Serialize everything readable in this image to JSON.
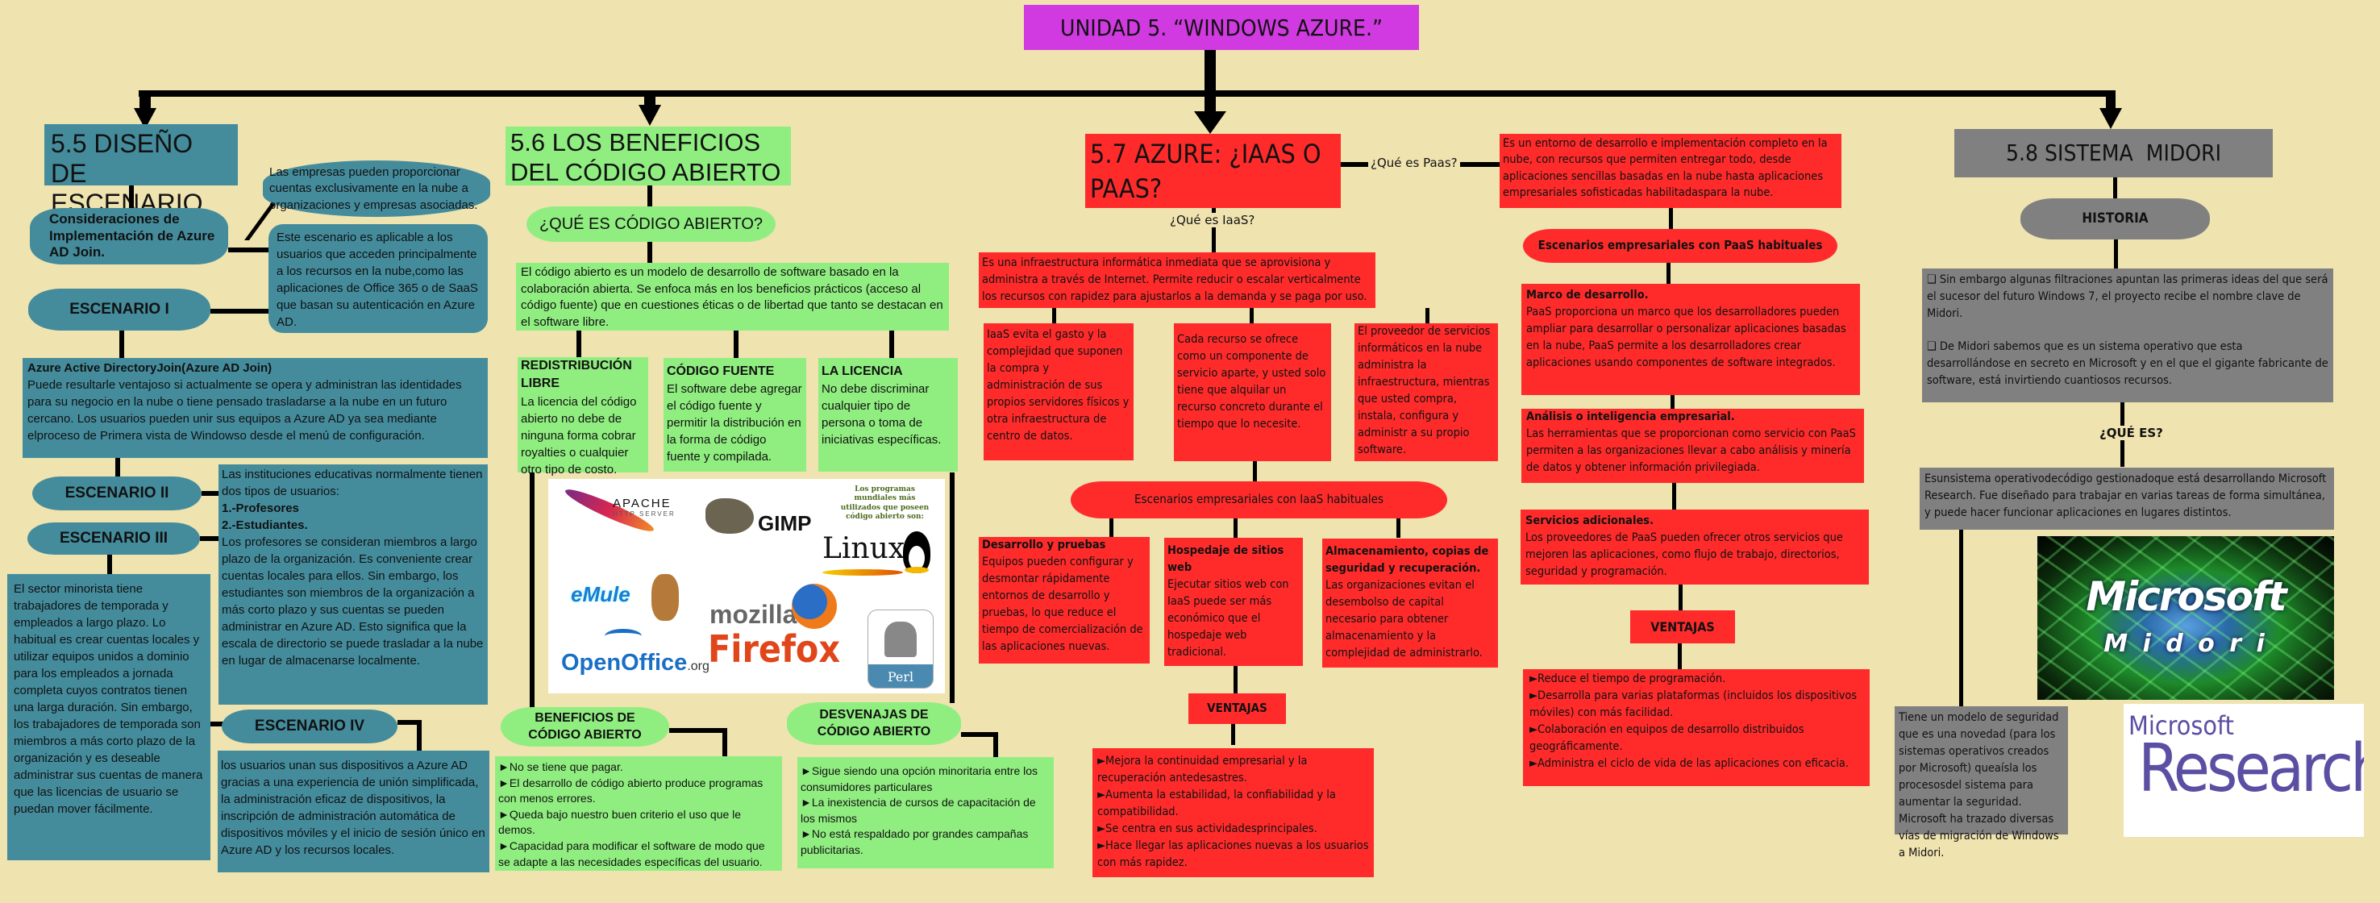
{
  "main_title": "UNIDAD 5. “WINDOWS AZURE.”",
  "colors": {
    "background": "#efe3b0",
    "title": "#d03ae0",
    "section_5_5": "#448c9c",
    "section_5_6": "#90ee80",
    "section_5_7": "#ff2b2b",
    "section_5_8": "#808080"
  },
  "s55": {
    "title": "5.5 DISEÑO DE ESCENARIO",
    "consideraciones": "Consideraciones de Implementación de Azure AD Join.",
    "empresas": "Las empresas pueden proporcionar cuentas exclusivamente en la nube a organizaciones y empresas asociadas.",
    "escenario_text": "Este escenario es aplicable a los usuarios que acceden principalmente a los recursos en la nube,como las aplicaciones de Office 365 o de SaaS que basan su autenticación en Azure AD.",
    "escenario1": "ESCENARIO I",
    "azure_join_title": "Azure Active DirectoryJoin(Azure AD Join)",
    "azure_join_text": "Puede resultarle ventajoso si actualmente se opera y administran las identidades para su negocio en la nube o tiene pensado trasladarse a la nube en un futuro cercano. Los usuarios pueden unir sus equipos a Azure AD ya sea mediante elproceso de Primera vista de Windowso desde el menú de configuración.",
    "escenario2": "ESCENARIO II",
    "escenario3": "ESCENARIO III",
    "instituciones_intro": "Las instituciones educativas normalmente tienen dos tipos de usuarios:",
    "instituciones_item1": "1.-Profesores",
    "instituciones_item2": "2.-Estudiantes.",
    "instituciones_rest": "Los profesores se consideran miembros a largo plazo de la organización. Es conveniente crear cuentas locales para ellos. Sin embargo, los estudiantes son miembros de la organización a más corto plazo y sus cuentas se pueden administrar en Azure AD. Esto significa que la escala de directorio se puede trasladar a la nube en lugar de almacenarse localmente.",
    "minorista": "El sector minorista tiene trabajadores de temporada y empleados a largo plazo. Lo habitual es crear cuentas locales y utilizar equipos unidos a dominio para los empleados a jornada completa cuyos contratos tienen una larga duración. Sin embargo, los trabajadores de temporada son miembros a más corto plazo de la organización y es deseable administrar sus cuentas de manera que las licencias de usuario se puedan mover fácilmente.",
    "escenario4": "ESCENARIO IV",
    "escenario4_text": " los usuarios unan sus dispositivos a Azure AD gracias a una experiencia de unión simplificada, la administración eficaz de dispositivos, la inscripción de administración automática de dispositivos móviles y el inicio de sesión único en Azure AD y los recursos locales."
  },
  "s56": {
    "title": "5.6 LOS BENEFICIOS DEL CÓDIGO ABIERTO",
    "que_es": "¿QUÉ ES CÓDIGO ABIERTO?",
    "definicion": "El código abierto es un modelo de desarrollo de software basado en la colaboración abierta. Se enfoca más en los beneficios prácticos (acceso al código fuente) que en cuestiones éticas o de libertad que tanto se destacan en el software libre.",
    "cards": [
      {
        "title": "REDISTRIBUCIÓN LIBRE",
        "text": "La licencia del código abierto no debe de ninguna forma cobrar royalties o cualquier otro tipo de costo."
      },
      {
        "title": "CÓDIGO FUENTE",
        "text": "El software debe agregar el código fuente y permitir la distribución en la forma de código fuente y compilada."
      },
      {
        "title": "LA LICENCIA",
        "text": "No debe discriminar cualquier tipo de persona o toma de iniciativas específicas."
      }
    ],
    "image_caption": "Los programas mundiales más utilizados que poseen código abierto son:",
    "logos": [
      "APACHE",
      "HTTP SERVER",
      "GIMP",
      "Linux",
      "eMule",
      "mozilla",
      "Firefox",
      "OpenOffice",
      ".org",
      "Perl"
    ],
    "beneficios_title": "BENEFICIOS DE CÓDIGO ABIERTO",
    "beneficios": [
      "No se tiene que pagar.",
      "El desarrollo de código abierto produce programas con menos errores.",
      "Queda bajo nuestro buen criterio el uso que le demos.",
      "Capacidad para modificar el software de modo que se adapte a las necesidades específicas del usuario."
    ],
    "desventajas_title": "DESVENAJAS DE CÓDIGO ABIERTO",
    "desventajas": [
      "Sigue siendo una opción minoritaria entre los consumidores particulares",
      "La inexistencia de cursos de capacitación de los mismos",
      "No está respaldado por grandes campañas publicitarias."
    ],
    "bullet": "►"
  },
  "s57": {
    "title": "5.7 AZURE: ¿IAAS O PAAS?",
    "que_es_paas": "¿Qué es Paas?",
    "paas_def": "Es un entorno de desarrollo e implementación completo en la nube, con recursos que permiten entregar todo, desde aplicaciones sencillas basadas en la nube hasta aplicaciones empresariales sofisticadas habilitadaspara la nube.",
    "que_es_iaas": "¿Qué es IaaS?",
    "iaas_def": "Es una infraestructura informática inmediata que se aprovisiona y administra a través de Internet. Permite reducir o escalar verticalmente los recursos con rapidez para ajustarlos a la demanda y se paga por uso.",
    "iaas_points": [
      "IaaS evita el gasto y la complejidad que suponen la compra y administración de sus propios servidores físicos y otra infraestructura de centro de datos.",
      "Cada recurso se ofrece como un componente de servicio aparte, y usted solo tiene que alquilar un recurso concreto durante el tiempo que lo necesite.",
      "El proveedor de servicios informáticos en la nube administra la infraestructura, mientras que usted compra, instala, configura y administr a su propio software."
    ],
    "iaas_scenarios_title": "Escenarios empresariales con IaaS habituales",
    "iaas_scenarios": [
      {
        "title": "Desarrollo y pruebas",
        "text": "Equipos pueden configurar y desmontar rápidamente entornos de desarrollo y pruebas, lo que reduce el tiempo de comercialización de las aplicaciones nuevas."
      },
      {
        "title": "Hospedaje de sitios web",
        "text": "Ejecutar sitios web con IaaS puede ser más económico que el hospedaje web tradicional."
      },
      {
        "title": "Almacenamiento, copias de seguridad y recuperación.",
        "text": "Las organizaciones evitan el desembolso de capital necesario para obtener almacenamiento y la complejidad de administrarlo."
      }
    ],
    "iaas_ventajas_title": "VENTAJAS",
    "iaas_ventajas": [
      "Mejora la continuidad empresarial y la recuperación antedesastres.",
      "Aumenta la estabilidad, la confiabilidad y la compatibilidad.",
      "Se centra en sus actividadesprincipales.",
      "Hace llegar las aplicaciones nuevas a los usuarios con más rapidez."
    ],
    "paas_scenarios_title": "Escenarios empresariales con PaaS habituales",
    "paas_scenarios": [
      {
        "title": "Marco de desarrollo.",
        "text": "PaaS proporciona un marco que los desarrolladores pueden ampliar para desarrollar o personalizar aplicaciones basadas en la nube, PaaS permite a los desarrolladores crear aplicaciones usando componentes de software integrados."
      },
      {
        "title": "Análisis o inteligencia empresarial.",
        "text": " Las herramientas que se proporcionan como servicio con PaaS permiten a las organizaciones llevar a cabo análisis y minería de datos y obtener información privilegiada."
      },
      {
        "title": "Servicios adicionales.",
        "text": "Los proveedores de PaaS pueden ofrecer otros servicios que mejoren las aplicaciones, como flujo de trabajo, directorios, seguridad y programación."
      }
    ],
    "paas_ventajas_title": "VENTAJAS",
    "paas_ventajas": [
      "Reduce el tiempo de programación.",
      "Desarrolla para varias plataformas (incluidos los dispositivos móviles) con más facilidad.",
      "Colaboración en equipos de desarrollo distribuidos geográficamente.",
      "Administra el ciclo de vida de las aplicaciones con eficacia."
    ],
    "bullet": "►"
  },
  "s58": {
    "title": "5.8 SISTEMA  MIDORI",
    "historia_title": "HISTORIA",
    "historia_bullet": "❑",
    "historia": [
      "Sin embargo algunas filtraciones apuntan las primeras ideas del que será el sucesor del futuro Windows 7, el proyecto recibe el nombre clave de Midori.",
      "De Midori sabemos que es un sistema operativo que esta desarrollándose en secreto en Microsoft y en el que el gigante fabricante de software, está invirtiendo cuantiosos recursos."
    ],
    "que_es_title": "¿QUÉ ES?",
    "que_es": "Esunsistema operativodecódigo gestionadoque está desarrollando Microsoft Research. Fue diseñado para trabajar en varias tareas de forma simultánea, y puede hacer funcionar aplicaciones en lugares distintos.",
    "seguridad": "Tiene un modelo de seguridad que es una novedad (para los sistemas operativos creados por Microsoft) queaísla los procesosdel sistema para aumentar la seguridad. Microsoft ha trazado diversas vías de migración de Windows a Midori.",
    "midori_logo_top": "Microsoft",
    "midori_logo_bottom": "M i d o r i",
    "research_logo_top": "Microsoft",
    "research_logo_bottom": "Research"
  }
}
